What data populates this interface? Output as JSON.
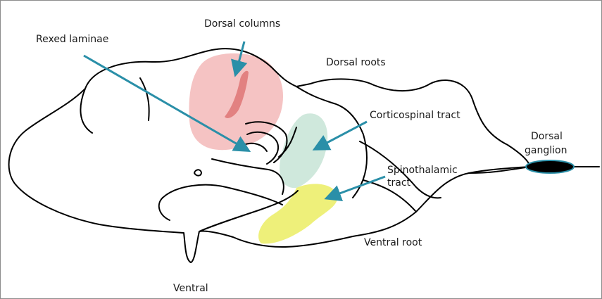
{
  "labels": {
    "dorsal_columns": "Dorsal columns",
    "rexed_laminae": "Rexed laminae",
    "dorsal_roots": "Dorsal roots",
    "corticospinal_tract": "Corticospinal tract",
    "dorsal_ganglion_line1": "Dorsal",
    "dorsal_ganglion_line2": "ganglion",
    "spinothalamic_line1": "Spinothalamic",
    "spinothalamic_line2": "tract",
    "ventral_root": "Ventral root",
    "ventral": "Ventral"
  },
  "colors": {
    "outline": "#000000",
    "arrow": "#2a8fa8",
    "dorsal_columns_fill": "#f3b8b8",
    "dorsal_columns_core": "#e07a7a",
    "corticospinal_fill": "#cfe8dc",
    "spinothalamic_fill": "#eef07a",
    "ganglion_fill": "#000000",
    "ganglion_ring": "#2a8fa8"
  }
}
